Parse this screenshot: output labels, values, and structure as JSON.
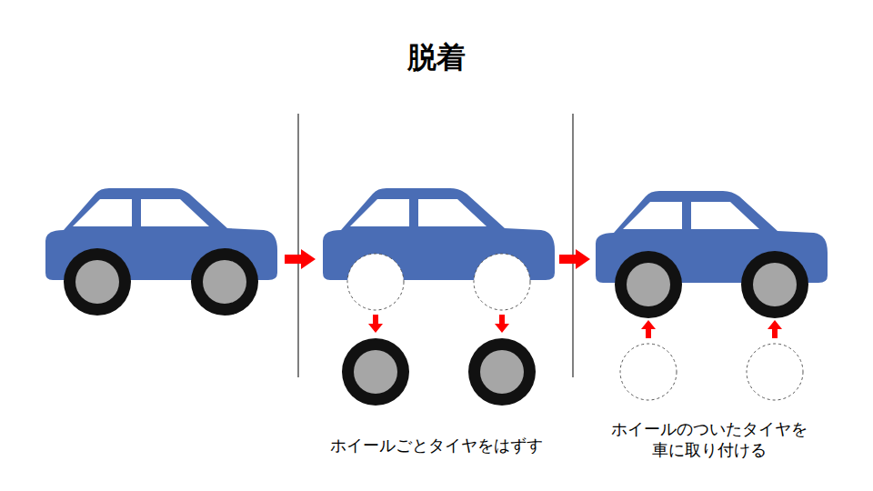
{
  "diagram": {
    "title": "脱着",
    "labels": [
      "ホイールごとタイヤをはずす",
      "ホイールのついたタイヤを 車に取り付ける"
    ]
  }
}
